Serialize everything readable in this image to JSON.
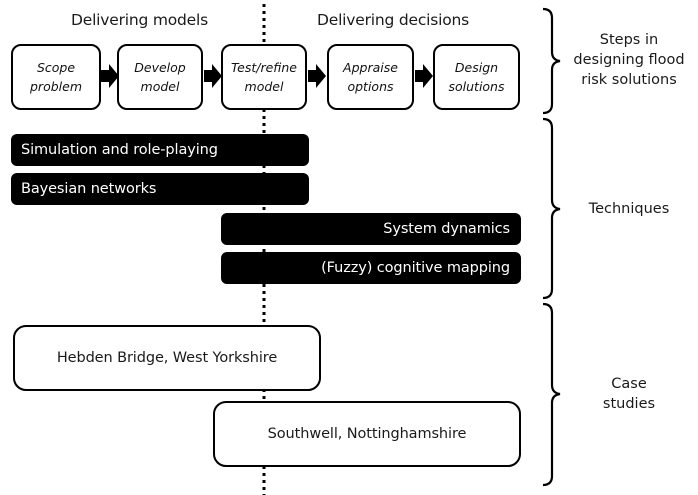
{
  "phases": {
    "left": "Delivering models",
    "right": "Delivering decisions"
  },
  "steps": [
    {
      "line1": "Scope",
      "line2": "problem"
    },
    {
      "line1": "Develop",
      "line2": "model"
    },
    {
      "line1": "Test/refine",
      "line2": "model"
    },
    {
      "line1": "Appraise",
      "line2": "options"
    },
    {
      "line1": "Design",
      "line2": "solutions"
    }
  ],
  "techniques": [
    {
      "label": "Simulation and role-playing",
      "span": "Delivering models"
    },
    {
      "label": "Bayesian networks",
      "span": "Delivering models"
    },
    {
      "label": "System dynamics",
      "span": "Delivering decisions"
    },
    {
      "label": "(Fuzzy) cognitive mapping",
      "span": "Delivering decisions"
    }
  ],
  "case_studies": [
    {
      "label": "Hebden Bridge, West Yorkshire",
      "span": "Delivering models"
    },
    {
      "label": "Southwell, Nottinghamshire",
      "span": "Delivering decisions"
    }
  ],
  "group_labels": {
    "steps": {
      "line1": "Steps in",
      "line2": "designing flood",
      "line3": "risk solutions"
    },
    "techniques": {
      "line1": "Techniques"
    },
    "case_studies": {
      "line1": "Case",
      "line2": "studies"
    }
  },
  "colors": {
    "bar_fill": "#000000",
    "bar_text": "#ffffff",
    "box_border": "#000000",
    "background": "#ffffff"
  }
}
